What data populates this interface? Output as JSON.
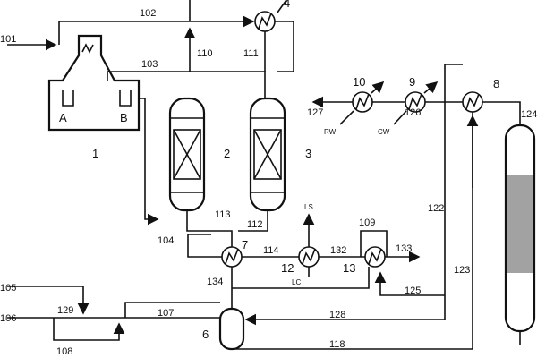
{
  "units": {
    "u1": "1",
    "u2": "2",
    "u3": "3",
    "u4": "4",
    "u6": "6",
    "u7": "7",
    "u8": "8",
    "u9": "9",
    "u10": "10",
    "u12": "12",
    "u13": "13",
    "zoneA": "A",
    "zoneB": "B"
  },
  "streams": {
    "s101": "101",
    "s102": "102",
    "s103": "103",
    "s104": "104",
    "s105": "105",
    "s106": "106",
    "s107": "107",
    "s108": "108",
    "s109": "109",
    "s110": "110",
    "s111": "111",
    "s112": "112",
    "s113": "113",
    "s114": "114",
    "s118": "118",
    "s122": "122",
    "s123": "123",
    "s124": "124",
    "s125": "125",
    "s126": "126",
    "s127": "127",
    "s128": "128",
    "s129": "129",
    "s132": "132",
    "s133": "133",
    "s134": "134"
  },
  "utilities": {
    "rw": "RW",
    "cw": "CW",
    "ls": "LS",
    "lc": "LC"
  }
}
